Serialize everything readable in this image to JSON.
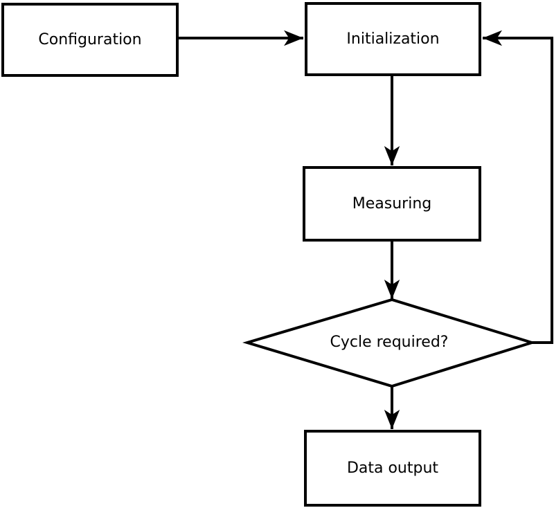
{
  "style": {
    "background": "#ffffff",
    "stroke_color": "#000000",
    "node_fill": "#ffffff",
    "text_color": "#000000"
  },
  "nodes": {
    "configuration": {
      "label": "Configuration",
      "shape": "rectangle"
    },
    "initialization": {
      "label": "Initialization",
      "shape": "rectangle"
    },
    "measuring": {
      "label": "Measuring",
      "shape": "rectangle"
    },
    "cycle_required": {
      "label": "Cycle required?",
      "shape": "diamond"
    },
    "data_output": {
      "label": "Data output",
      "shape": "rectangle"
    }
  },
  "edges": [
    {
      "from": "configuration",
      "to": "initialization",
      "direction": "right",
      "label": ""
    },
    {
      "from": "initialization",
      "to": "measuring",
      "direction": "down",
      "label": ""
    },
    {
      "from": "measuring",
      "to": "cycle_required",
      "direction": "down",
      "label": ""
    },
    {
      "from": "cycle_required",
      "to": "data_output",
      "direction": "down",
      "label": ""
    },
    {
      "from": "cycle_required",
      "to": "initialization",
      "direction": "right-then-up-loop",
      "label": ""
    }
  ]
}
